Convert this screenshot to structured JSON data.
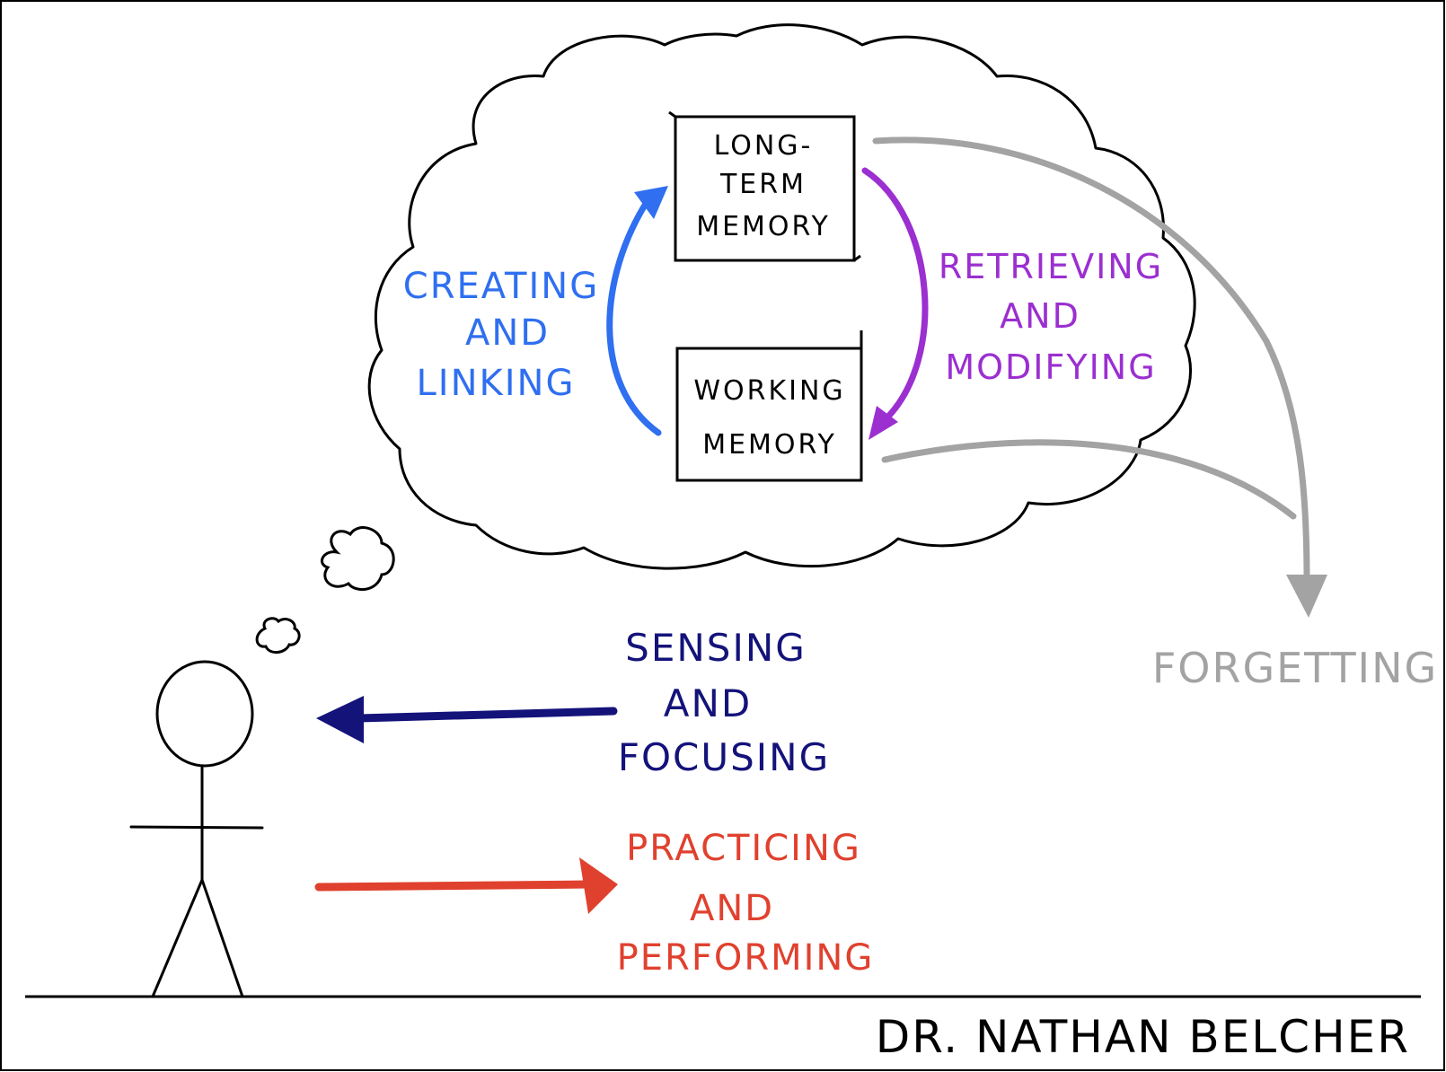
{
  "boxes": {
    "long_term": [
      "LONG-",
      "TERM",
      "MEMORY"
    ],
    "working": [
      "WORKING",
      "MEMORY"
    ]
  },
  "labels": {
    "creating": [
      "CREATING",
      "AND",
      "LINKING"
    ],
    "retrieving": [
      "RETRIEVING",
      "AND",
      "MODIFYING"
    ],
    "forgetting": "FORGETTING",
    "sensing": [
      "SENSING",
      "AND",
      "FOCUSING"
    ],
    "practicing": [
      "PRACTICING",
      "AND",
      "PERFORMING"
    ]
  },
  "signature": "DR. NATHAN BELCHER",
  "colors": {
    "creating": "#2f6ff0",
    "retrieving": "#9b2fd0",
    "forgetting": "#a3a3a3",
    "sensing": "#14137a",
    "practicing": "#e0412e",
    "ink": "#000000"
  }
}
